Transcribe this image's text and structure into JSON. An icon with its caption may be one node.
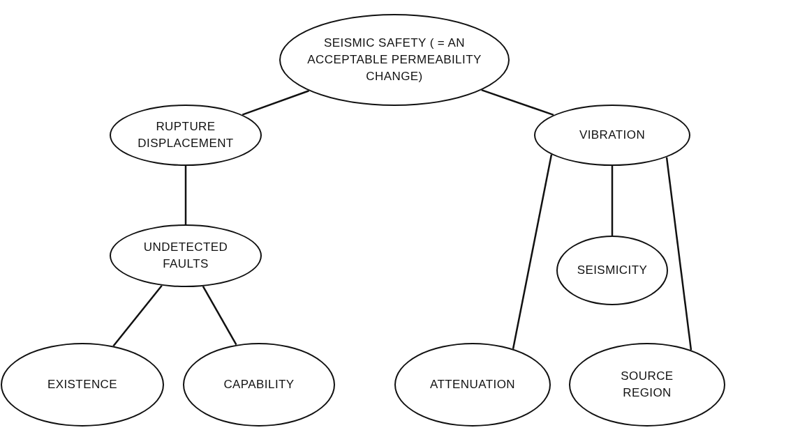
{
  "diagram": {
    "nodes": [
      {
        "text": [
          "SEISMIC SAFETY ( = AN ACCEPTABLE PERMEABILITY CHANGE)"
        ]
      },
      {
        "text": [
          "RUPTURE DISPLACEMENT"
        ]
      },
      {
        "text": [
          "VIBRATION"
        ]
      },
      {
        "text": [
          "UNDETECTED FAULTS"
        ]
      },
      {
        "text": [
          "SEISMICITY"
        ]
      },
      {
        "text": [
          "EXISTENCE"
        ]
      },
      {
        "text": [
          "CAPABILITY"
        ]
      },
      {
        "text": [
          "ATTENUATION"
        ]
      },
      {
        "text": [
          "SOURCE REGION"
        ]
      }
    ],
    "edges": [
      {
        "from": 0,
        "to": 1,
        "arrow": "none"
      },
      {
        "from": 0,
        "to": 2,
        "arrow": "none"
      },
      {
        "from": 1,
        "to": 3,
        "arrow": "none"
      },
      {
        "from": 3,
        "to": 5,
        "arrow": "none"
      },
      {
        "from": 3,
        "to": 6,
        "arrow": "none"
      },
      {
        "from": 2,
        "to": 7,
        "arrow": "none"
      },
      {
        "from": 2,
        "to": 4,
        "arrow": "none"
      },
      {
        "from": 2,
        "to": 8,
        "arrow": "none"
      }
    ]
  }
}
